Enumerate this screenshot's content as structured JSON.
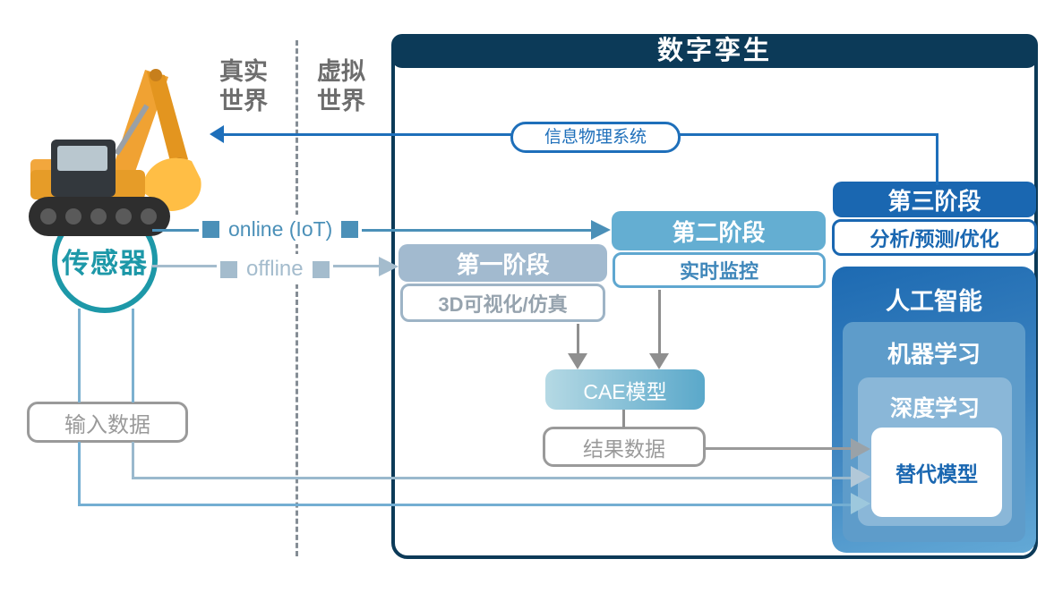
{
  "title": "数字孪生",
  "world": {
    "real": "真实世界",
    "virtual": "虚拟世界"
  },
  "sensor": {
    "label": "传感器"
  },
  "connections": {
    "cps": "信息物理系统",
    "online": "online (IoT)",
    "offline": "offline"
  },
  "stages": [
    {
      "title": "第一阶段",
      "detail": "3D可视化/仿真"
    },
    {
      "title": "第二阶段",
      "detail": "实时监控"
    },
    {
      "title": "第三阶段",
      "detail": "分析/预测/优化"
    }
  ],
  "ai": {
    "outer": "人工智能",
    "machine_learning": "机器学习",
    "deep_learning": "深度学习",
    "surrogate": "替代模型"
  },
  "data_nodes": {
    "cae": "CAE模型",
    "result": "结果数据",
    "input": "输入数据"
  },
  "colors": {
    "navy": "#0c3a58",
    "stage3_blue": "#1a67b1",
    "stage2_blue": "#64aed2",
    "stage1_steel": "#a2bacf",
    "sensor_teal": "#1d98a8",
    "cps_link_blue": "#1e6fba",
    "online_blue": "#4b90b8",
    "offline_gray": "#a4bccd",
    "neutral_gray": "#9a9a9a",
    "flow_blue": "#7cb0cf"
  }
}
